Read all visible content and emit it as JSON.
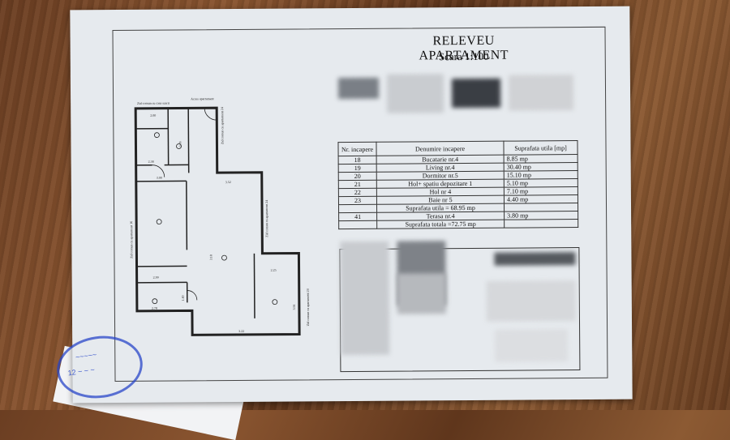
{
  "document": {
    "title": "RELEVEU APARTAMENT",
    "scale": "Scara 1:100"
  },
  "room_table": {
    "headers": [
      "Nr. incapere",
      "Denumire incapere",
      "Suprafata utila [mp]"
    ],
    "rows": [
      {
        "nr": "18",
        "name": "Bucatarie nr.4",
        "area": "8.85  mp"
      },
      {
        "nr": "19",
        "name": "Living nr.4",
        "area": "30.40 mp"
      },
      {
        "nr": "20",
        "name": "Dormitor nr.5",
        "area": "15.10 mp"
      },
      {
        "nr": "21",
        "name": "Hol+ spatiu depozitare 1",
        "area": "5.10 mp"
      },
      {
        "nr": "22",
        "name": "Hol nr 4",
        "area": "7.10 mp"
      },
      {
        "nr": "23",
        "name": "Baie nr 5",
        "area": "4.40 mp"
      }
    ],
    "subtotal": "Suprafata utila = 68.95 mp",
    "terrace": {
      "nr": "41",
      "name": "Terasa nr.4",
      "area": "3.80 mp"
    },
    "total": "Suprafata totala =72.75 mp"
  },
  "plan": {
    "label_top_left": "Zid comun cu casa scarii",
    "label_access": "Acces apartament",
    "label_right_1": "Zid comun cu apartament 24",
    "label_right_2": "Zid comun cu apartament 24",
    "label_right_3": "Zid comun cu apartament 24",
    "label_left": "Zid comun cu apartament 16",
    "dims": {
      "d1": "2.00",
      "d2": "2.38",
      "d3": "3.00",
      "d4": "3.52",
      "d5": "2.99",
      "d6": "2.25",
      "d7": "2.78",
      "d8": "3.22",
      "d9": "3.78",
      "d10": "3.18",
      "d11": "3.91",
      "d12": "1.40"
    }
  },
  "colors": {
    "paper": "#e6eaee",
    "ink": "#111111",
    "stamp": "#2846c8",
    "wood": "#6b3e22"
  }
}
